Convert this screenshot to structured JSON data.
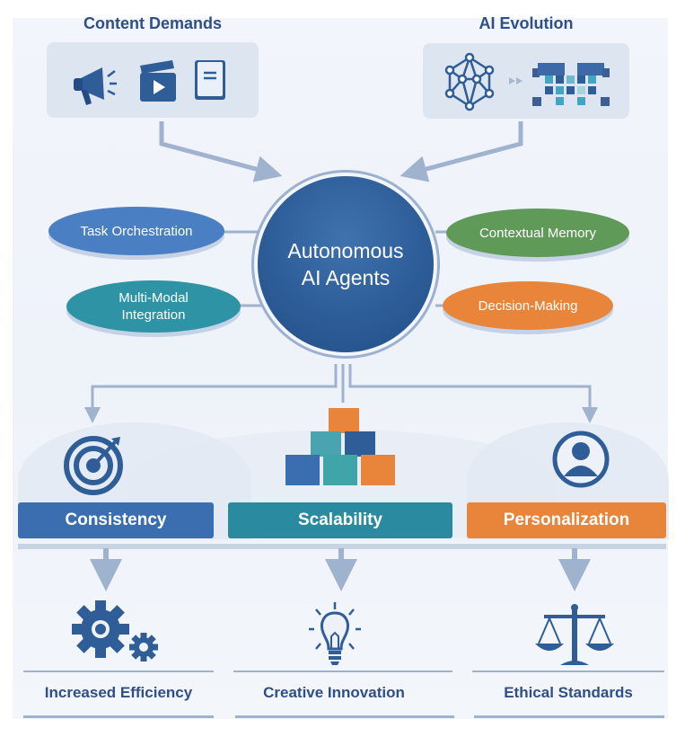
{
  "inputs": [
    {
      "title": "Content Demands",
      "icons": [
        "megaphone-icon",
        "video-clapper-icon",
        "book-icon"
      ]
    },
    {
      "title": "AI Evolution",
      "icons": [
        "neural-network-icon",
        "double-arrow-icon",
        "matrix-grid-icon"
      ]
    }
  ],
  "center": {
    "line1": "Autonomous",
    "line2": "AI Agents"
  },
  "capabilities": [
    {
      "label": "Task Orchestration",
      "color": "#4a7fc4"
    },
    {
      "label": "Multi-Modal Integration",
      "color": "#2f93a6"
    },
    {
      "label": "Contextual Memory",
      "color": "#5f9a58"
    },
    {
      "label": "Decision-Making",
      "color": "#e9853a"
    }
  ],
  "benefits": [
    {
      "label": "Consistency",
      "icon": "target-icon",
      "color": "#3a6eb0"
    },
    {
      "label": "Scalability",
      "icon": "stacked-cubes-icon",
      "color": "#2a8aa0"
    },
    {
      "label": "Personalization",
      "icon": "user-profile-icon",
      "color": "#e9853a"
    }
  ],
  "outcomes": [
    {
      "label": "Increased Efficiency",
      "icon": "gears-icon"
    },
    {
      "label": "Creative Innovation",
      "icon": "lightbulb-icon"
    },
    {
      "label": "Ethical Standards",
      "icon": "scales-icon"
    }
  ],
  "colors": {
    "primary": "#2f5d98",
    "text": "#2f4f86",
    "connector": "#9fb3cf"
  }
}
